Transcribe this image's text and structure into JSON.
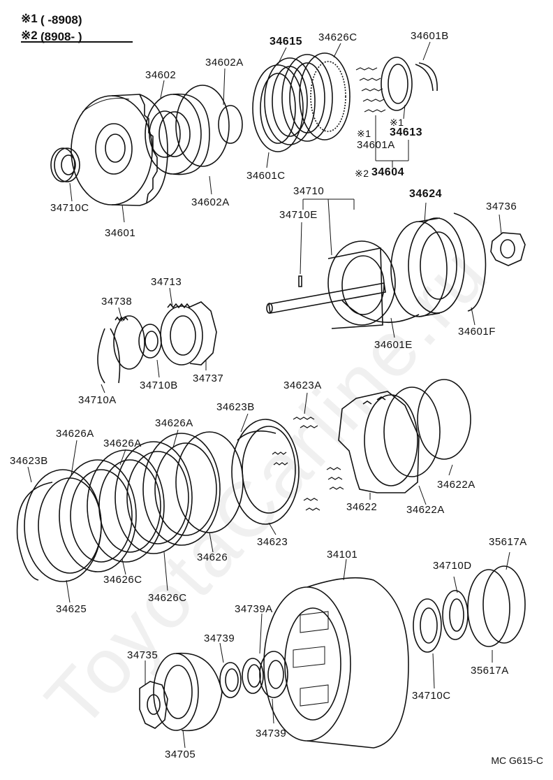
{
  "notes": {
    "note1_mark": "※1",
    "note1_range": "(      -8908)",
    "note2_mark": "※2",
    "note2_range": "(8908-        )"
  },
  "parts": [
    {
      "id": "p34615",
      "text": "34615",
      "bold": true
    },
    {
      "id": "p34626c_top",
      "text": "34626C"
    },
    {
      "id": "p34601b",
      "text": "34601B"
    },
    {
      "id": "p34602",
      "text": "34602"
    },
    {
      "id": "p34602a_top",
      "text": "34602A"
    },
    {
      "id": "p34613_mark",
      "text": "※1"
    },
    {
      "id": "p34613",
      "text": "34613",
      "bold": true
    },
    {
      "id": "p34601a_mark",
      "text": "※1"
    },
    {
      "id": "p34601a",
      "text": "34601A"
    },
    {
      "id": "p34604_mark",
      "text": "※2"
    },
    {
      "id": "p34604",
      "text": "34604",
      "bold": true
    },
    {
      "id": "p34601c",
      "text": "34601C"
    },
    {
      "id": "p34710c_top",
      "text": "34710C"
    },
    {
      "id": "p34602a_bot",
      "text": "34602A"
    },
    {
      "id": "p34601",
      "text": "34601"
    },
    {
      "id": "p34710",
      "text": "34710"
    },
    {
      "id": "p34624",
      "text": "34624",
      "bold": true
    },
    {
      "id": "p34736",
      "text": "34736"
    },
    {
      "id": "p34710e",
      "text": "34710E"
    },
    {
      "id": "p34713",
      "text": "34713"
    },
    {
      "id": "p34738",
      "text": "34738"
    },
    {
      "id": "p34601e",
      "text": "34601E"
    },
    {
      "id": "p34601f",
      "text": "34601F"
    },
    {
      "id": "p34737",
      "text": "34737"
    },
    {
      "id": "p34710b",
      "text": "34710B"
    },
    {
      "id": "p34710a",
      "text": "34710A"
    },
    {
      "id": "p34623a",
      "text": "34623A"
    },
    {
      "id": "p34623b_top",
      "text": "34623B"
    },
    {
      "id": "p34626a_1",
      "text": "34626A"
    },
    {
      "id": "p34626a_2",
      "text": "34626A"
    },
    {
      "id": "p34626a_3",
      "text": "34626A"
    },
    {
      "id": "p34623b_left",
      "text": "34623B"
    },
    {
      "id": "p34622a_right",
      "text": "34622A"
    },
    {
      "id": "p34622",
      "text": "34622"
    },
    {
      "id": "p34622a_bot",
      "text": "34622A"
    },
    {
      "id": "p34623",
      "text": "34623"
    },
    {
      "id": "p34626",
      "text": "34626"
    },
    {
      "id": "p34626c_1",
      "text": "34626C"
    },
    {
      "id": "p34626c_2",
      "text": "34626C"
    },
    {
      "id": "p34625",
      "text": "34625"
    },
    {
      "id": "p34101",
      "text": "34101"
    },
    {
      "id": "p35617a_top",
      "text": "35617A"
    },
    {
      "id": "p34710d",
      "text": "34710D"
    },
    {
      "id": "p34739a",
      "text": "34739A"
    },
    {
      "id": "p34739_top",
      "text": "34739"
    },
    {
      "id": "p34735",
      "text": "34735"
    },
    {
      "id": "p35617a_bot",
      "text": "35617A"
    },
    {
      "id": "p34710c_bot",
      "text": "34710C"
    },
    {
      "id": "p34739_bot",
      "text": "34739"
    },
    {
      "id": "p34705",
      "text": "34705"
    }
  ],
  "diagram_code": "MC G615-C",
  "watermark": "ToyotaCarline.ru"
}
